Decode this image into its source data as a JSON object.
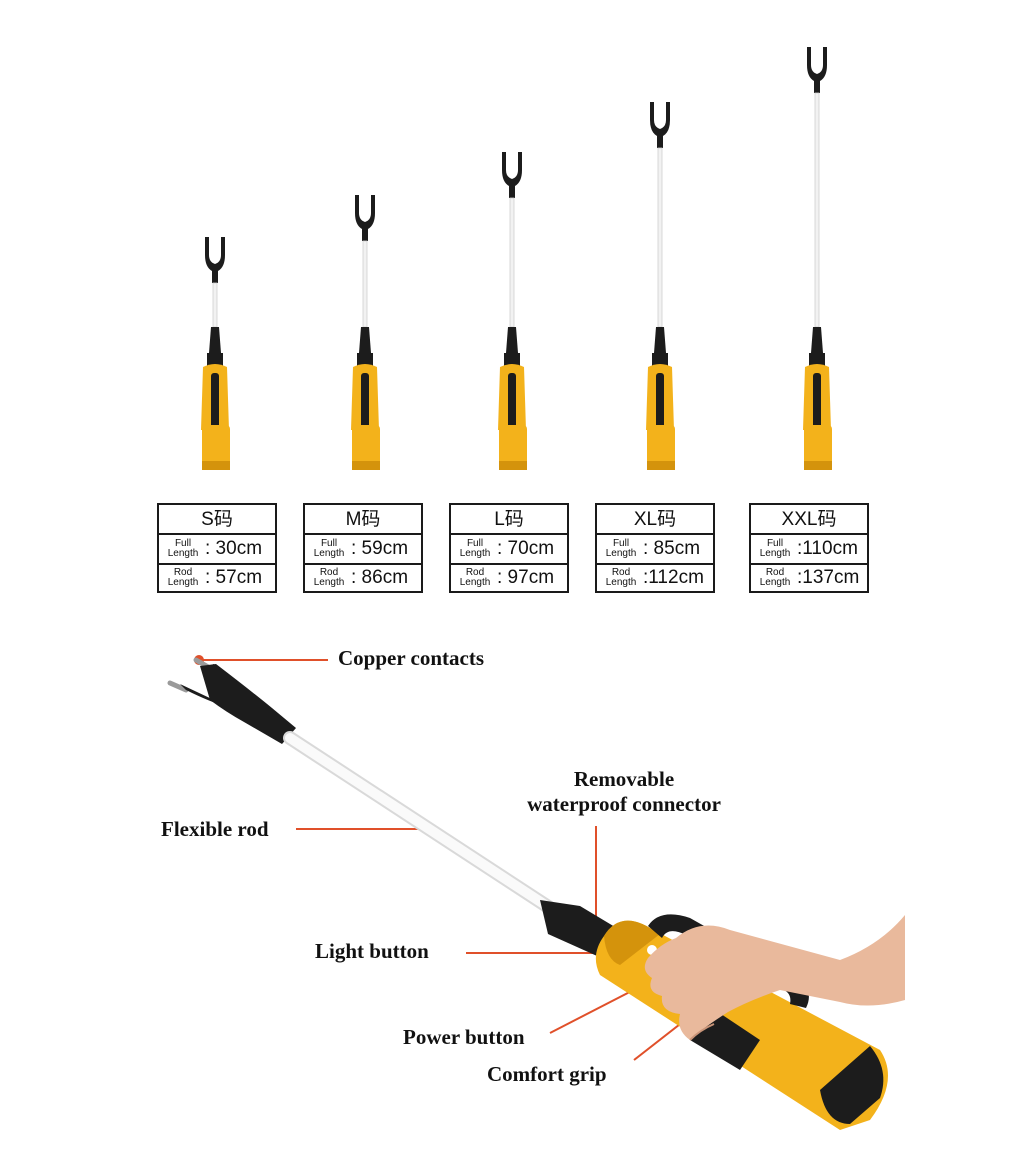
{
  "colors": {
    "body": "#f3b21b",
    "body_dark": "#d4930c",
    "black": "#1c1c1c",
    "rod": "#f4f4f4",
    "leader": "#e0502a"
  },
  "sizes": [
    {
      "name": "S码",
      "full_label_top": "Full",
      "full_label_bottom": "Length",
      "full_value": ": 30cm",
      "rod_label_top": "Rod",
      "rod_label_bottom": "Length",
      "rod_value": ": 57cm"
    },
    {
      "name": "M码",
      "full_label_top": "Full",
      "full_label_bottom": "Length",
      "full_value": ": 59cm",
      "rod_label_top": "Rod",
      "rod_label_bottom": "Length",
      "rod_value": ": 86cm"
    },
    {
      "name": "L码",
      "full_label_top": "Full",
      "full_label_bottom": "Length",
      "full_value": ": 70cm",
      "rod_label_top": "Rod",
      "rod_label_bottom": "Length",
      "rod_value": ": 97cm"
    },
    {
      "name": "XL码",
      "full_label_top": "Full",
      "full_label_bottom": "Length",
      "full_value": ": 85cm",
      "rod_label_top": "Rod",
      "rod_label_bottom": "Length",
      "rod_value": ":112cm"
    },
    {
      "name": "XXL码",
      "full_label_top": "Full",
      "full_label_bottom": "Length",
      "full_value": ":110cm",
      "rod_label_top": "Rod",
      "rod_label_bottom": "Length",
      "rod_value": ":137cm"
    }
  ],
  "callouts": {
    "copper_contacts": "Copper contacts",
    "removable_line1": "Removable",
    "removable_line2": "waterproof connector",
    "flexible_rod": "Flexible rod",
    "light_button": "Light button",
    "power_button": "Power button",
    "comfort_grip": "Comfort grip"
  }
}
